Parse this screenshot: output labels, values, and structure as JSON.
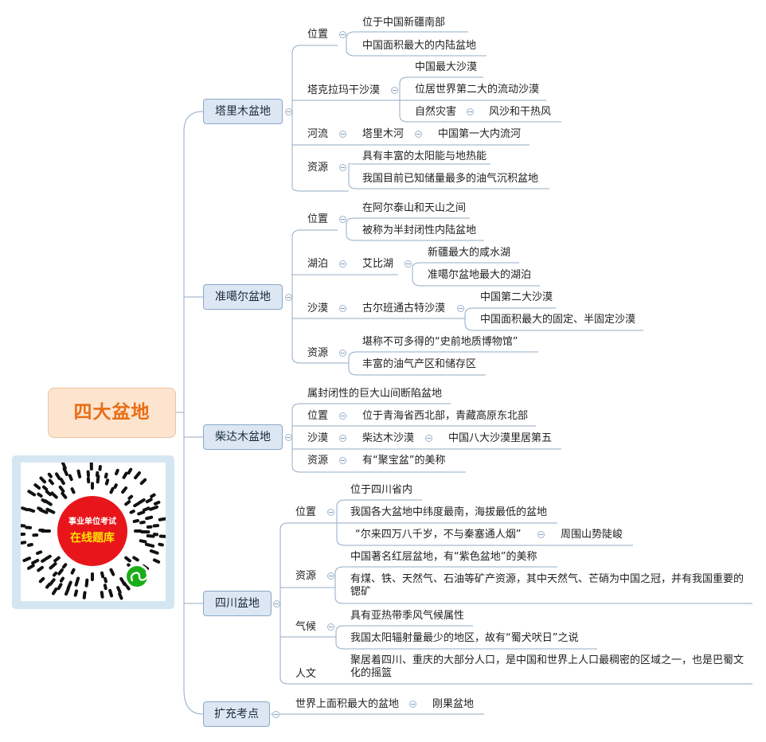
{
  "root": {
    "label": "四大盆地"
  },
  "branches": [
    {
      "label": "塔里木盆地",
      "children": [
        {
          "label": "位置",
          "items": [
            "位于中国新疆南部",
            "中国面积最大的内陆盆地"
          ]
        },
        {
          "label": "塔克拉玛干沙漠",
          "items": [
            "中国最大沙漠",
            "位居世界第二大的流动沙漠",
            "自然灾害",
            "风沙和干热风"
          ]
        },
        {
          "label": "河流",
          "items": [
            "塔里木河",
            "中国第一大内流河"
          ]
        },
        {
          "label": "资源",
          "items": [
            "具有丰富的太阳能与地热能",
            "我国目前已知储量最多的油气沉积盆地"
          ]
        }
      ]
    },
    {
      "label": "准噶尔盆地",
      "children": [
        {
          "label": "位置",
          "items": [
            "在阿尔泰山和天山之间",
            "被称为半封闭性内陆盆地"
          ]
        },
        {
          "label": "湖泊",
          "items": [
            "艾比湖",
            "新疆最大的咸水湖",
            "准噶尔盆地最大的湖泊"
          ]
        },
        {
          "label": "沙漠",
          "items": [
            "古尔班通古特沙漠",
            "中国第二大沙漠",
            "中国面积最大的固定、半固定沙漠"
          ]
        },
        {
          "label": "资源",
          "items": [
            "堪称不可多得的“史前地质博物馆”",
            "丰富的油气产区和储存区"
          ]
        }
      ]
    },
    {
      "label": "柴达木盆地",
      "intro": "属封闭性的巨大山间断陷盆地",
      "children": [
        {
          "label": "位置",
          "items": [
            "位于青海省西北部，青藏高原东北部"
          ]
        },
        {
          "label": "沙漠",
          "items": [
            "柴达木沙漠",
            "中国八大沙漠里居第五"
          ]
        },
        {
          "label": "资源",
          "items": [
            "有“聚宝盆”的美称"
          ]
        }
      ]
    },
    {
      "label": "四川盆地",
      "children": [
        {
          "label": "位置",
          "items": [
            "位于四川省内",
            "我国各大盆地中纬度最南，海拔最低的盆地",
            "“尔来四万八千岁，不与秦塞通人烟”",
            "周围山势陡峻"
          ]
        },
        {
          "label": "资源",
          "items": [
            "中国著名红层盆地，有“紫色盆地”的美称",
            "有煤、铁、天然气、石油等矿产资源，其中天然气、芒硝为中国之冠，并有我国重要的锶矿"
          ]
        },
        {
          "label": "气候",
          "items": [
            "具有亚热带季风气候属性",
            "我国太阳辐射量最少的地区，故有“蜀犬吠日”之说"
          ]
        },
        {
          "label": "人文",
          "items": [
            "聚居着四川、重庆的大部分人口，是中国和世界上人口最稠密的区域之一，也是巴蜀文化的摇篮"
          ]
        }
      ]
    },
    {
      "label": "扩充考点",
      "children": [
        {
          "label": "世界上面积最大的盆地",
          "items": [
            "刚果盆地"
          ]
        }
      ]
    }
  ],
  "qr_badge": {
    "line1": "事业单位考试",
    "line2": "在线题库"
  },
  "colors": {
    "root_text": "#e96d14",
    "root_bg": "#fce4cf",
    "branch_bg": "#dce7f3",
    "line": "#8aa7c8",
    "badge_red": "#e8161b",
    "qr_green": "#1aad19"
  }
}
